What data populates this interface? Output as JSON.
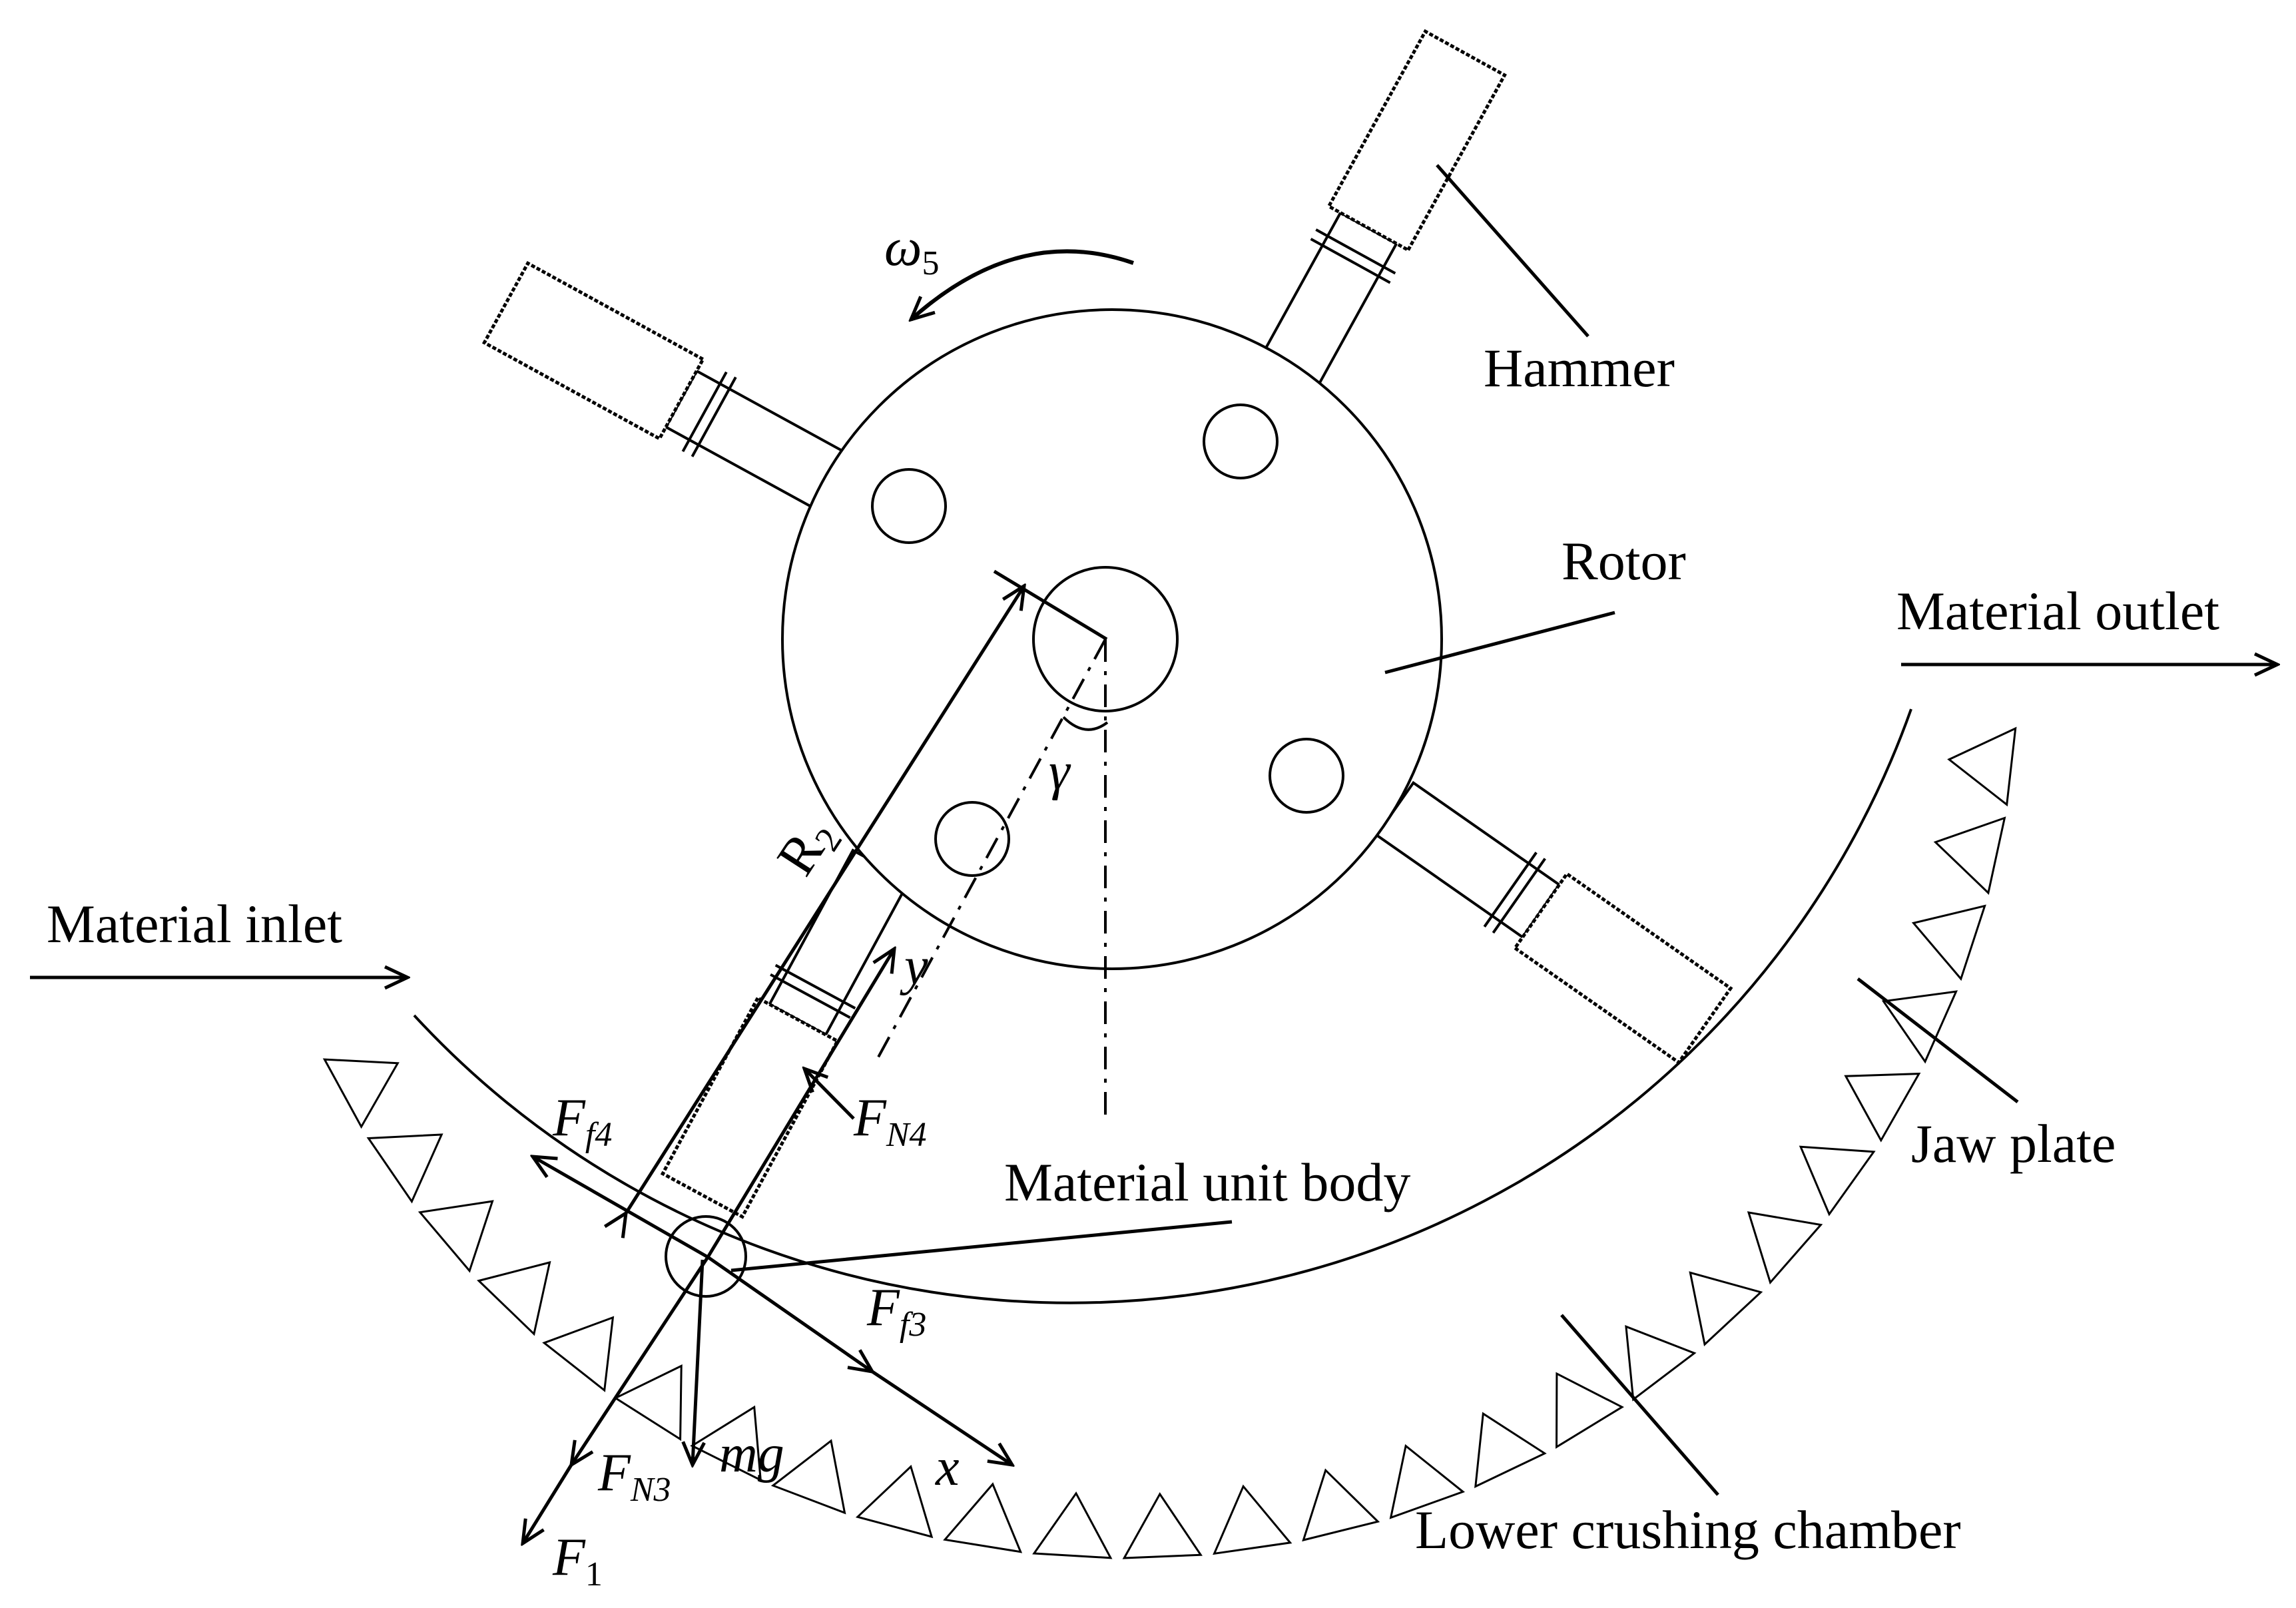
{
  "labels": {
    "hammer": "Hammer",
    "rotor": "Rotor",
    "material_outlet": "Material outlet",
    "material_inlet": "Material inlet",
    "jaw_plate": "Jaw plate",
    "material_unit_body": "Material unit body",
    "lower_crushing_chamber": "Lower crushing chamber"
  },
  "symbols": {
    "omega": "ω",
    "omega_sub": "5",
    "gamma": "γ",
    "R": "R",
    "R_sub": "2",
    "Ff4": "F",
    "Ff4_sub": "f4",
    "FN4": "F",
    "FN4_sub": "N4",
    "Ff3": "F",
    "Ff3_sub": "f3",
    "FN3": "F",
    "FN3_sub": "N3",
    "mg": "mg",
    "F1": "F",
    "F1_sub": "1",
    "x": "x",
    "y": "y"
  },
  "colors": {
    "stroke": "#000000",
    "background": "#ffffff"
  }
}
